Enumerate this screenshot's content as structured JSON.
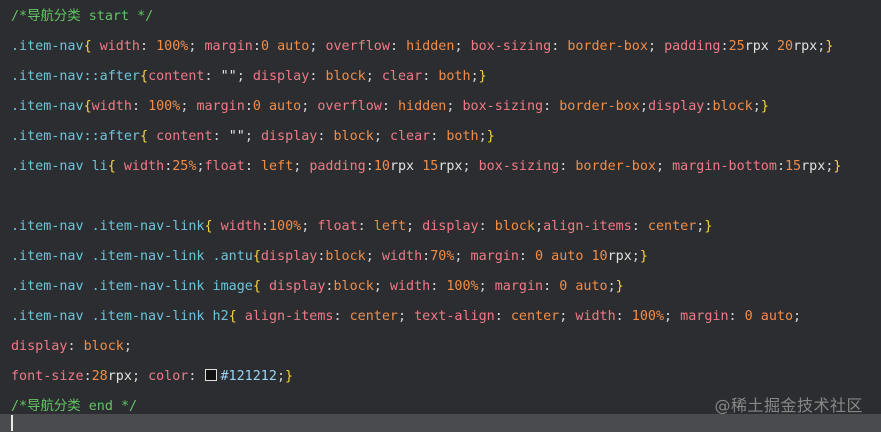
{
  "lines": [
    [
      {
        "t": "comment",
        "v": "/*导航分类 start */"
      }
    ],
    [
      {
        "t": "selector",
        "v": ".item-nav"
      },
      {
        "t": "brace",
        "v": "{"
      },
      {
        "t": "punct",
        "v": " "
      },
      {
        "t": "prop",
        "v": "width"
      },
      {
        "t": "punct",
        "v": ": "
      },
      {
        "t": "num",
        "v": "100%"
      },
      {
        "t": "punct",
        "v": "; "
      },
      {
        "t": "prop",
        "v": "margin"
      },
      {
        "t": "punct",
        "v": ":"
      },
      {
        "t": "num",
        "v": "0"
      },
      {
        "t": "punct",
        "v": " "
      },
      {
        "t": "val",
        "v": "auto"
      },
      {
        "t": "punct",
        "v": "; "
      },
      {
        "t": "prop",
        "v": "overflow"
      },
      {
        "t": "punct",
        "v": ": "
      },
      {
        "t": "val",
        "v": "hidden"
      },
      {
        "t": "punct",
        "v": "; "
      },
      {
        "t": "prop",
        "v": "box-sizing"
      },
      {
        "t": "punct",
        "v": ": "
      },
      {
        "t": "val",
        "v": "border-box"
      },
      {
        "t": "punct",
        "v": "; "
      },
      {
        "t": "prop",
        "v": "padding"
      },
      {
        "t": "punct",
        "v": ":"
      },
      {
        "t": "num",
        "v": "25"
      },
      {
        "t": "unit",
        "v": "rpx"
      },
      {
        "t": "punct",
        "v": " "
      },
      {
        "t": "num",
        "v": "20"
      },
      {
        "t": "unit",
        "v": "rpx"
      },
      {
        "t": "punct",
        "v": ";"
      },
      {
        "t": "brace",
        "v": "}"
      }
    ],
    [
      {
        "t": "selector",
        "v": ".item-nav::after"
      },
      {
        "t": "brace",
        "v": "{"
      },
      {
        "t": "prop",
        "v": "content"
      },
      {
        "t": "punct",
        "v": ": "
      },
      {
        "t": "str",
        "v": "\"\""
      },
      {
        "t": "punct",
        "v": "; "
      },
      {
        "t": "prop",
        "v": "display"
      },
      {
        "t": "punct",
        "v": ": "
      },
      {
        "t": "val",
        "v": "block"
      },
      {
        "t": "punct",
        "v": "; "
      },
      {
        "t": "prop",
        "v": "clear"
      },
      {
        "t": "punct",
        "v": ": "
      },
      {
        "t": "val",
        "v": "both"
      },
      {
        "t": "punct",
        "v": ";"
      },
      {
        "t": "brace",
        "v": "}"
      }
    ],
    [
      {
        "t": "selector",
        "v": ".item-nav"
      },
      {
        "t": "brace",
        "v": "{"
      },
      {
        "t": "prop",
        "v": "width"
      },
      {
        "t": "punct",
        "v": ": "
      },
      {
        "t": "num",
        "v": "100%"
      },
      {
        "t": "punct",
        "v": "; "
      },
      {
        "t": "prop",
        "v": "margin"
      },
      {
        "t": "punct",
        "v": ":"
      },
      {
        "t": "num",
        "v": "0"
      },
      {
        "t": "punct",
        "v": " "
      },
      {
        "t": "val",
        "v": "auto"
      },
      {
        "t": "punct",
        "v": "; "
      },
      {
        "t": "prop",
        "v": "overflow"
      },
      {
        "t": "punct",
        "v": ": "
      },
      {
        "t": "val",
        "v": "hidden"
      },
      {
        "t": "punct",
        "v": "; "
      },
      {
        "t": "prop",
        "v": "box-sizing"
      },
      {
        "t": "punct",
        "v": ": "
      },
      {
        "t": "val",
        "v": "border-box"
      },
      {
        "t": "punct",
        "v": ";"
      },
      {
        "t": "prop",
        "v": "display"
      },
      {
        "t": "punct",
        "v": ":"
      },
      {
        "t": "val",
        "v": "block"
      },
      {
        "t": "punct",
        "v": ";"
      },
      {
        "t": "brace",
        "v": "}"
      }
    ],
    [
      {
        "t": "selector",
        "v": ".item-nav::after"
      },
      {
        "t": "brace",
        "v": "{"
      },
      {
        "t": "punct",
        "v": " "
      },
      {
        "t": "prop",
        "v": "content"
      },
      {
        "t": "punct",
        "v": ": "
      },
      {
        "t": "str",
        "v": "\"\""
      },
      {
        "t": "punct",
        "v": "; "
      },
      {
        "t": "prop",
        "v": "display"
      },
      {
        "t": "punct",
        "v": ": "
      },
      {
        "t": "val",
        "v": "block"
      },
      {
        "t": "punct",
        "v": "; "
      },
      {
        "t": "prop",
        "v": "clear"
      },
      {
        "t": "punct",
        "v": ": "
      },
      {
        "t": "val",
        "v": "both"
      },
      {
        "t": "punct",
        "v": ";"
      },
      {
        "t": "brace",
        "v": "}"
      }
    ],
    [
      {
        "t": "selector",
        "v": ".item-nav li"
      },
      {
        "t": "brace",
        "v": "{"
      },
      {
        "t": "punct",
        "v": " "
      },
      {
        "t": "prop",
        "v": "width"
      },
      {
        "t": "punct",
        "v": ":"
      },
      {
        "t": "num",
        "v": "25%"
      },
      {
        "t": "punct",
        "v": ";"
      },
      {
        "t": "prop",
        "v": "float"
      },
      {
        "t": "punct",
        "v": ": "
      },
      {
        "t": "val",
        "v": "left"
      },
      {
        "t": "punct",
        "v": "; "
      },
      {
        "t": "prop",
        "v": "padding"
      },
      {
        "t": "punct",
        "v": ":"
      },
      {
        "t": "num",
        "v": "10"
      },
      {
        "t": "unit",
        "v": "rpx"
      },
      {
        "t": "punct",
        "v": " "
      },
      {
        "t": "num",
        "v": "15"
      },
      {
        "t": "unit",
        "v": "rpx"
      },
      {
        "t": "punct",
        "v": "; "
      },
      {
        "t": "prop",
        "v": "box-sizing"
      },
      {
        "t": "punct",
        "v": ": "
      },
      {
        "t": "val",
        "v": "border-box"
      },
      {
        "t": "punct",
        "v": "; "
      },
      {
        "t": "prop",
        "v": "margin-bottom"
      },
      {
        "t": "punct",
        "v": ":"
      },
      {
        "t": "num",
        "v": "15"
      },
      {
        "t": "unit",
        "v": "rpx"
      },
      {
        "t": "punct",
        "v": ";"
      },
      {
        "t": "brace",
        "v": "}"
      }
    ],
    [],
    [
      {
        "t": "selector",
        "v": ".item-nav .item-nav-link"
      },
      {
        "t": "brace",
        "v": "{"
      },
      {
        "t": "punct",
        "v": " "
      },
      {
        "t": "prop",
        "v": "width"
      },
      {
        "t": "punct",
        "v": ":"
      },
      {
        "t": "num",
        "v": "100%"
      },
      {
        "t": "punct",
        "v": "; "
      },
      {
        "t": "prop",
        "v": "float"
      },
      {
        "t": "punct",
        "v": ": "
      },
      {
        "t": "val",
        "v": "left"
      },
      {
        "t": "punct",
        "v": "; "
      },
      {
        "t": "prop",
        "v": "display"
      },
      {
        "t": "punct",
        "v": ": "
      },
      {
        "t": "val",
        "v": "block"
      },
      {
        "t": "punct",
        "v": ";"
      },
      {
        "t": "prop",
        "v": "align-items"
      },
      {
        "t": "punct",
        "v": ": "
      },
      {
        "t": "val",
        "v": "center"
      },
      {
        "t": "punct",
        "v": ";"
      },
      {
        "t": "brace",
        "v": "}"
      }
    ],
    [
      {
        "t": "selector",
        "v": ".item-nav .item-nav-link .antu"
      },
      {
        "t": "brace",
        "v": "{"
      },
      {
        "t": "prop",
        "v": "display"
      },
      {
        "t": "punct",
        "v": ":"
      },
      {
        "t": "val",
        "v": "block"
      },
      {
        "t": "punct",
        "v": "; "
      },
      {
        "t": "prop",
        "v": "width"
      },
      {
        "t": "punct",
        "v": ":"
      },
      {
        "t": "num",
        "v": "70%"
      },
      {
        "t": "punct",
        "v": "; "
      },
      {
        "t": "prop",
        "v": "margin"
      },
      {
        "t": "punct",
        "v": ": "
      },
      {
        "t": "num",
        "v": "0"
      },
      {
        "t": "punct",
        "v": " "
      },
      {
        "t": "val",
        "v": "auto"
      },
      {
        "t": "punct",
        "v": " "
      },
      {
        "t": "num",
        "v": "10"
      },
      {
        "t": "unit",
        "v": "rpx"
      },
      {
        "t": "punct",
        "v": ";"
      },
      {
        "t": "brace",
        "v": "}"
      }
    ],
    [
      {
        "t": "selector",
        "v": ".item-nav .item-nav-link image"
      },
      {
        "t": "brace",
        "v": "{"
      },
      {
        "t": "punct",
        "v": " "
      },
      {
        "t": "prop",
        "v": "display"
      },
      {
        "t": "punct",
        "v": ":"
      },
      {
        "t": "val",
        "v": "block"
      },
      {
        "t": "punct",
        "v": "; "
      },
      {
        "t": "prop",
        "v": "width"
      },
      {
        "t": "punct",
        "v": ": "
      },
      {
        "t": "num",
        "v": "100%"
      },
      {
        "t": "punct",
        "v": "; "
      },
      {
        "t": "prop",
        "v": "margin"
      },
      {
        "t": "punct",
        "v": ": "
      },
      {
        "t": "num",
        "v": "0"
      },
      {
        "t": "punct",
        "v": " "
      },
      {
        "t": "val",
        "v": "auto"
      },
      {
        "t": "punct",
        "v": ";"
      },
      {
        "t": "brace",
        "v": "}"
      }
    ],
    [
      {
        "t": "selector",
        "v": ".item-nav .item-nav-link h2"
      },
      {
        "t": "brace",
        "v": "{"
      },
      {
        "t": "punct",
        "v": " "
      },
      {
        "t": "prop",
        "v": "align-items"
      },
      {
        "t": "punct",
        "v": ": "
      },
      {
        "t": "val",
        "v": "center"
      },
      {
        "t": "punct",
        "v": "; "
      },
      {
        "t": "prop",
        "v": "text-align"
      },
      {
        "t": "punct",
        "v": ": "
      },
      {
        "t": "val",
        "v": "center"
      },
      {
        "t": "punct",
        "v": "; "
      },
      {
        "t": "prop",
        "v": "width"
      },
      {
        "t": "punct",
        "v": ": "
      },
      {
        "t": "num",
        "v": "100%"
      },
      {
        "t": "punct",
        "v": "; "
      },
      {
        "t": "prop",
        "v": "margin"
      },
      {
        "t": "punct",
        "v": ": "
      },
      {
        "t": "num",
        "v": "0"
      },
      {
        "t": "punct",
        "v": " "
      },
      {
        "t": "val",
        "v": "auto"
      },
      {
        "t": "punct",
        "v": ";"
      }
    ],
    [
      {
        "t": "prop",
        "v": "display"
      },
      {
        "t": "punct",
        "v": ": "
      },
      {
        "t": "val",
        "v": "block"
      },
      {
        "t": "punct",
        "v": ";"
      }
    ],
    [
      {
        "t": "prop",
        "v": "font-size"
      },
      {
        "t": "punct",
        "v": ":"
      },
      {
        "t": "num",
        "v": "28"
      },
      {
        "t": "unit",
        "v": "rpx"
      },
      {
        "t": "punct",
        "v": "; "
      },
      {
        "t": "prop",
        "v": "color"
      },
      {
        "t": "punct",
        "v": ": "
      },
      {
        "t": "swatch",
        "v": "#121212"
      },
      {
        "t": "hex",
        "v": "#121212"
      },
      {
        "t": "punct",
        "v": ";"
      },
      {
        "t": "brace",
        "v": "}"
      }
    ],
    [
      {
        "t": "comment",
        "v": "/*导航分类 end */"
      }
    ]
  ],
  "watermark": "@稀土掘金技术社区",
  "colors": {
    "background": "#2b2d30",
    "comment": "#62c462",
    "selector": "#6ec3da",
    "brace": "#f5d443",
    "property": "#ef7a86",
    "value": "#f08d49",
    "bottom_bar": "#4a4b4e"
  }
}
